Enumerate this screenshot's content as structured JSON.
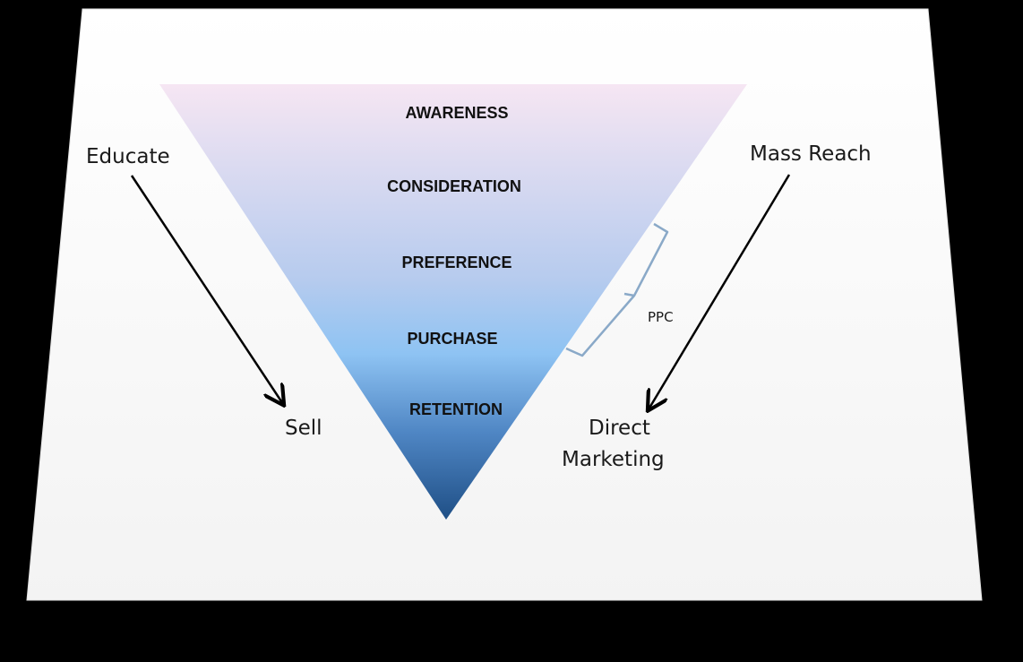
{
  "funnel": {
    "stages": [
      {
        "label": "AWARENESS"
      },
      {
        "label": "CONSIDERATION"
      },
      {
        "label": "PREFERENCE"
      },
      {
        "label": "PURCHASE"
      },
      {
        "label": "RETENTION"
      }
    ],
    "colors": {
      "top": "#f6e6f3",
      "mid": "#8ec3f3",
      "bottom": "#1f4f86"
    }
  },
  "left_flow": {
    "from": "Educate",
    "to": "Sell"
  },
  "right_flow": {
    "from": "Mass Reach",
    "to_line1": "Direct",
    "to_line2": "Marketing"
  },
  "bracket": {
    "label": "PPC",
    "color": "#8aa9c8"
  },
  "slide_background": "#f7f7f7"
}
